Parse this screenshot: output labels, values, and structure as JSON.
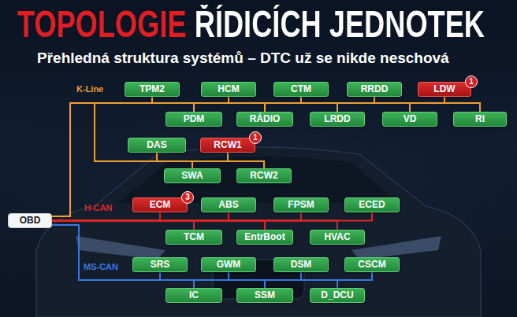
{
  "diagram": {
    "title": "TOPOLOGIE ŘÍDICÍCH JEDNOTEK",
    "caption": "Přehledná struktura systémů – DTC už se nikde neschová",
    "nodes": [
      {
        "text": [
          "OBD"
        ]
      },
      {
        "text": [
          "TPM2"
        ]
      },
      {
        "text": [
          "HCM"
        ]
      },
      {
        "text": [
          "CTM"
        ]
      },
      {
        "text": [
          "RRDD"
        ]
      },
      {
        "text": [
          "LDW"
        ]
      },
      {
        "text": [
          "PDM"
        ]
      },
      {
        "text": [
          "RÁDIO"
        ]
      },
      {
        "text": [
          "LRDD"
        ]
      },
      {
        "text": [
          "VD"
        ]
      },
      {
        "text": [
          "RI"
        ]
      },
      {
        "text": [
          "DAS"
        ]
      },
      {
        "text": [
          "RCW1"
        ]
      },
      {
        "text": [
          "SWA"
        ]
      },
      {
        "text": [
          "RCW2"
        ]
      },
      {
        "text": [
          "ECM"
        ]
      },
      {
        "text": [
          "ABS"
        ]
      },
      {
        "text": [
          "FPSM"
        ]
      },
      {
        "text": [
          "ECED"
        ]
      },
      {
        "text": [
          "TCM"
        ]
      },
      {
        "text": [
          "EntrBoot"
        ]
      },
      {
        "text": [
          "HVAC"
        ]
      },
      {
        "text": [
          "SRS"
        ]
      },
      {
        "text": [
          "GWM"
        ]
      },
      {
        "text": [
          "DSM"
        ]
      },
      {
        "text": [
          "CSCM"
        ]
      },
      {
        "text": [
          "IC"
        ]
      },
      {
        "text": [
          "SSM"
        ]
      },
      {
        "text": [
          "D_DCU"
        ]
      }
    ],
    "edges": [
      {
        "from": 0,
        "to": 1,
        "arrow": "none"
      },
      {
        "from": 0,
        "to": 2,
        "arrow": "none"
      },
      {
        "from": 0,
        "to": 3,
        "arrow": "none"
      },
      {
        "from": 0,
        "to": 4,
        "arrow": "none"
      },
      {
        "from": 0,
        "to": 5,
        "arrow": "none"
      },
      {
        "from": 0,
        "to": 6,
        "arrow": "none"
      },
      {
        "from": 0,
        "to": 7,
        "arrow": "none"
      },
      {
        "from": 0,
        "to": 8,
        "arrow": "none"
      },
      {
        "from": 0,
        "to": 9,
        "arrow": "none"
      },
      {
        "from": 0,
        "to": 10,
        "arrow": "none"
      },
      {
        "from": 0,
        "to": 11,
        "arrow": "none"
      },
      {
        "from": 0,
        "to": 12,
        "arrow": "none"
      },
      {
        "from": 0,
        "to": 13,
        "arrow": "none"
      },
      {
        "from": 0,
        "to": 14,
        "arrow": "none"
      },
      {
        "from": 0,
        "to": 15,
        "arrow": "none"
      },
      {
        "from": 0,
        "to": 16,
        "arrow": "none"
      },
      {
        "from": 0,
        "to": 17,
        "arrow": "none"
      },
      {
        "from": 0,
        "to": 18,
        "arrow": "none"
      },
      {
        "from": 0,
        "to": 19,
        "arrow": "none"
      },
      {
        "from": 0,
        "to": 20,
        "arrow": "none"
      },
      {
        "from": 0,
        "to": 21,
        "arrow": "none"
      },
      {
        "from": 0,
        "to": 22,
        "arrow": "none"
      },
      {
        "from": 0,
        "to": 23,
        "arrow": "none"
      },
      {
        "from": 0,
        "to": 24,
        "arrow": "none"
      },
      {
        "from": 0,
        "to": 25,
        "arrow": "none"
      },
      {
        "from": 0,
        "to": 26,
        "arrow": "none"
      },
      {
        "from": 0,
        "to": 27,
        "arrow": "none"
      },
      {
        "from": 0,
        "to": 28,
        "arrow": "none"
      }
    ],
    "labels": [
      "K-Line",
      "H-CAN",
      "MS-CAN",
      "1",
      "1",
      "3"
    ]
  }
}
